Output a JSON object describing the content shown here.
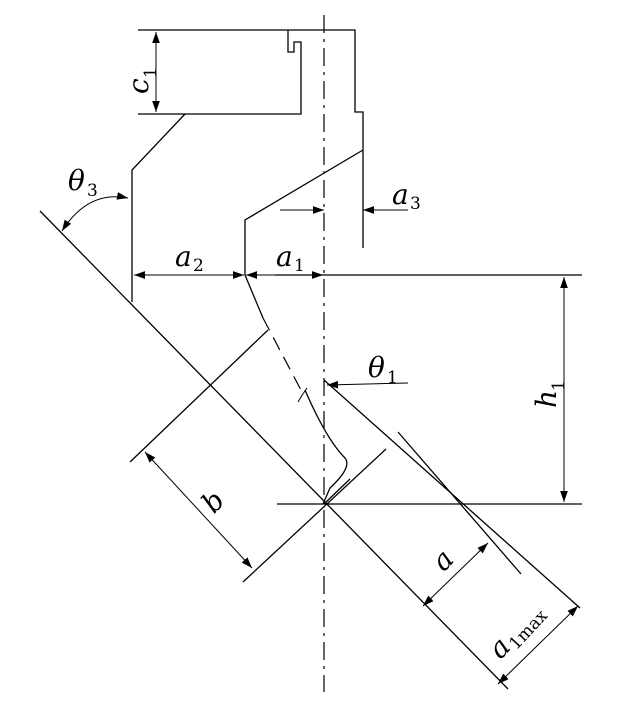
{
  "labels": {
    "c1": {
      "main": "c",
      "sub": "1"
    },
    "theta3": {
      "main": "θ",
      "sub": "3"
    },
    "a3": {
      "main": "a",
      "sub": "3"
    },
    "a2": {
      "main": "a",
      "sub": "2"
    },
    "a1": {
      "main": "a",
      "sub": "1"
    },
    "theta1": {
      "main": "θ",
      "sub": "1"
    },
    "h1": {
      "main": "h",
      "sub": "1"
    },
    "b": {
      "main": "b"
    },
    "a": {
      "main": "a"
    },
    "a1max": {
      "main": "a",
      "sub": "1max"
    }
  }
}
